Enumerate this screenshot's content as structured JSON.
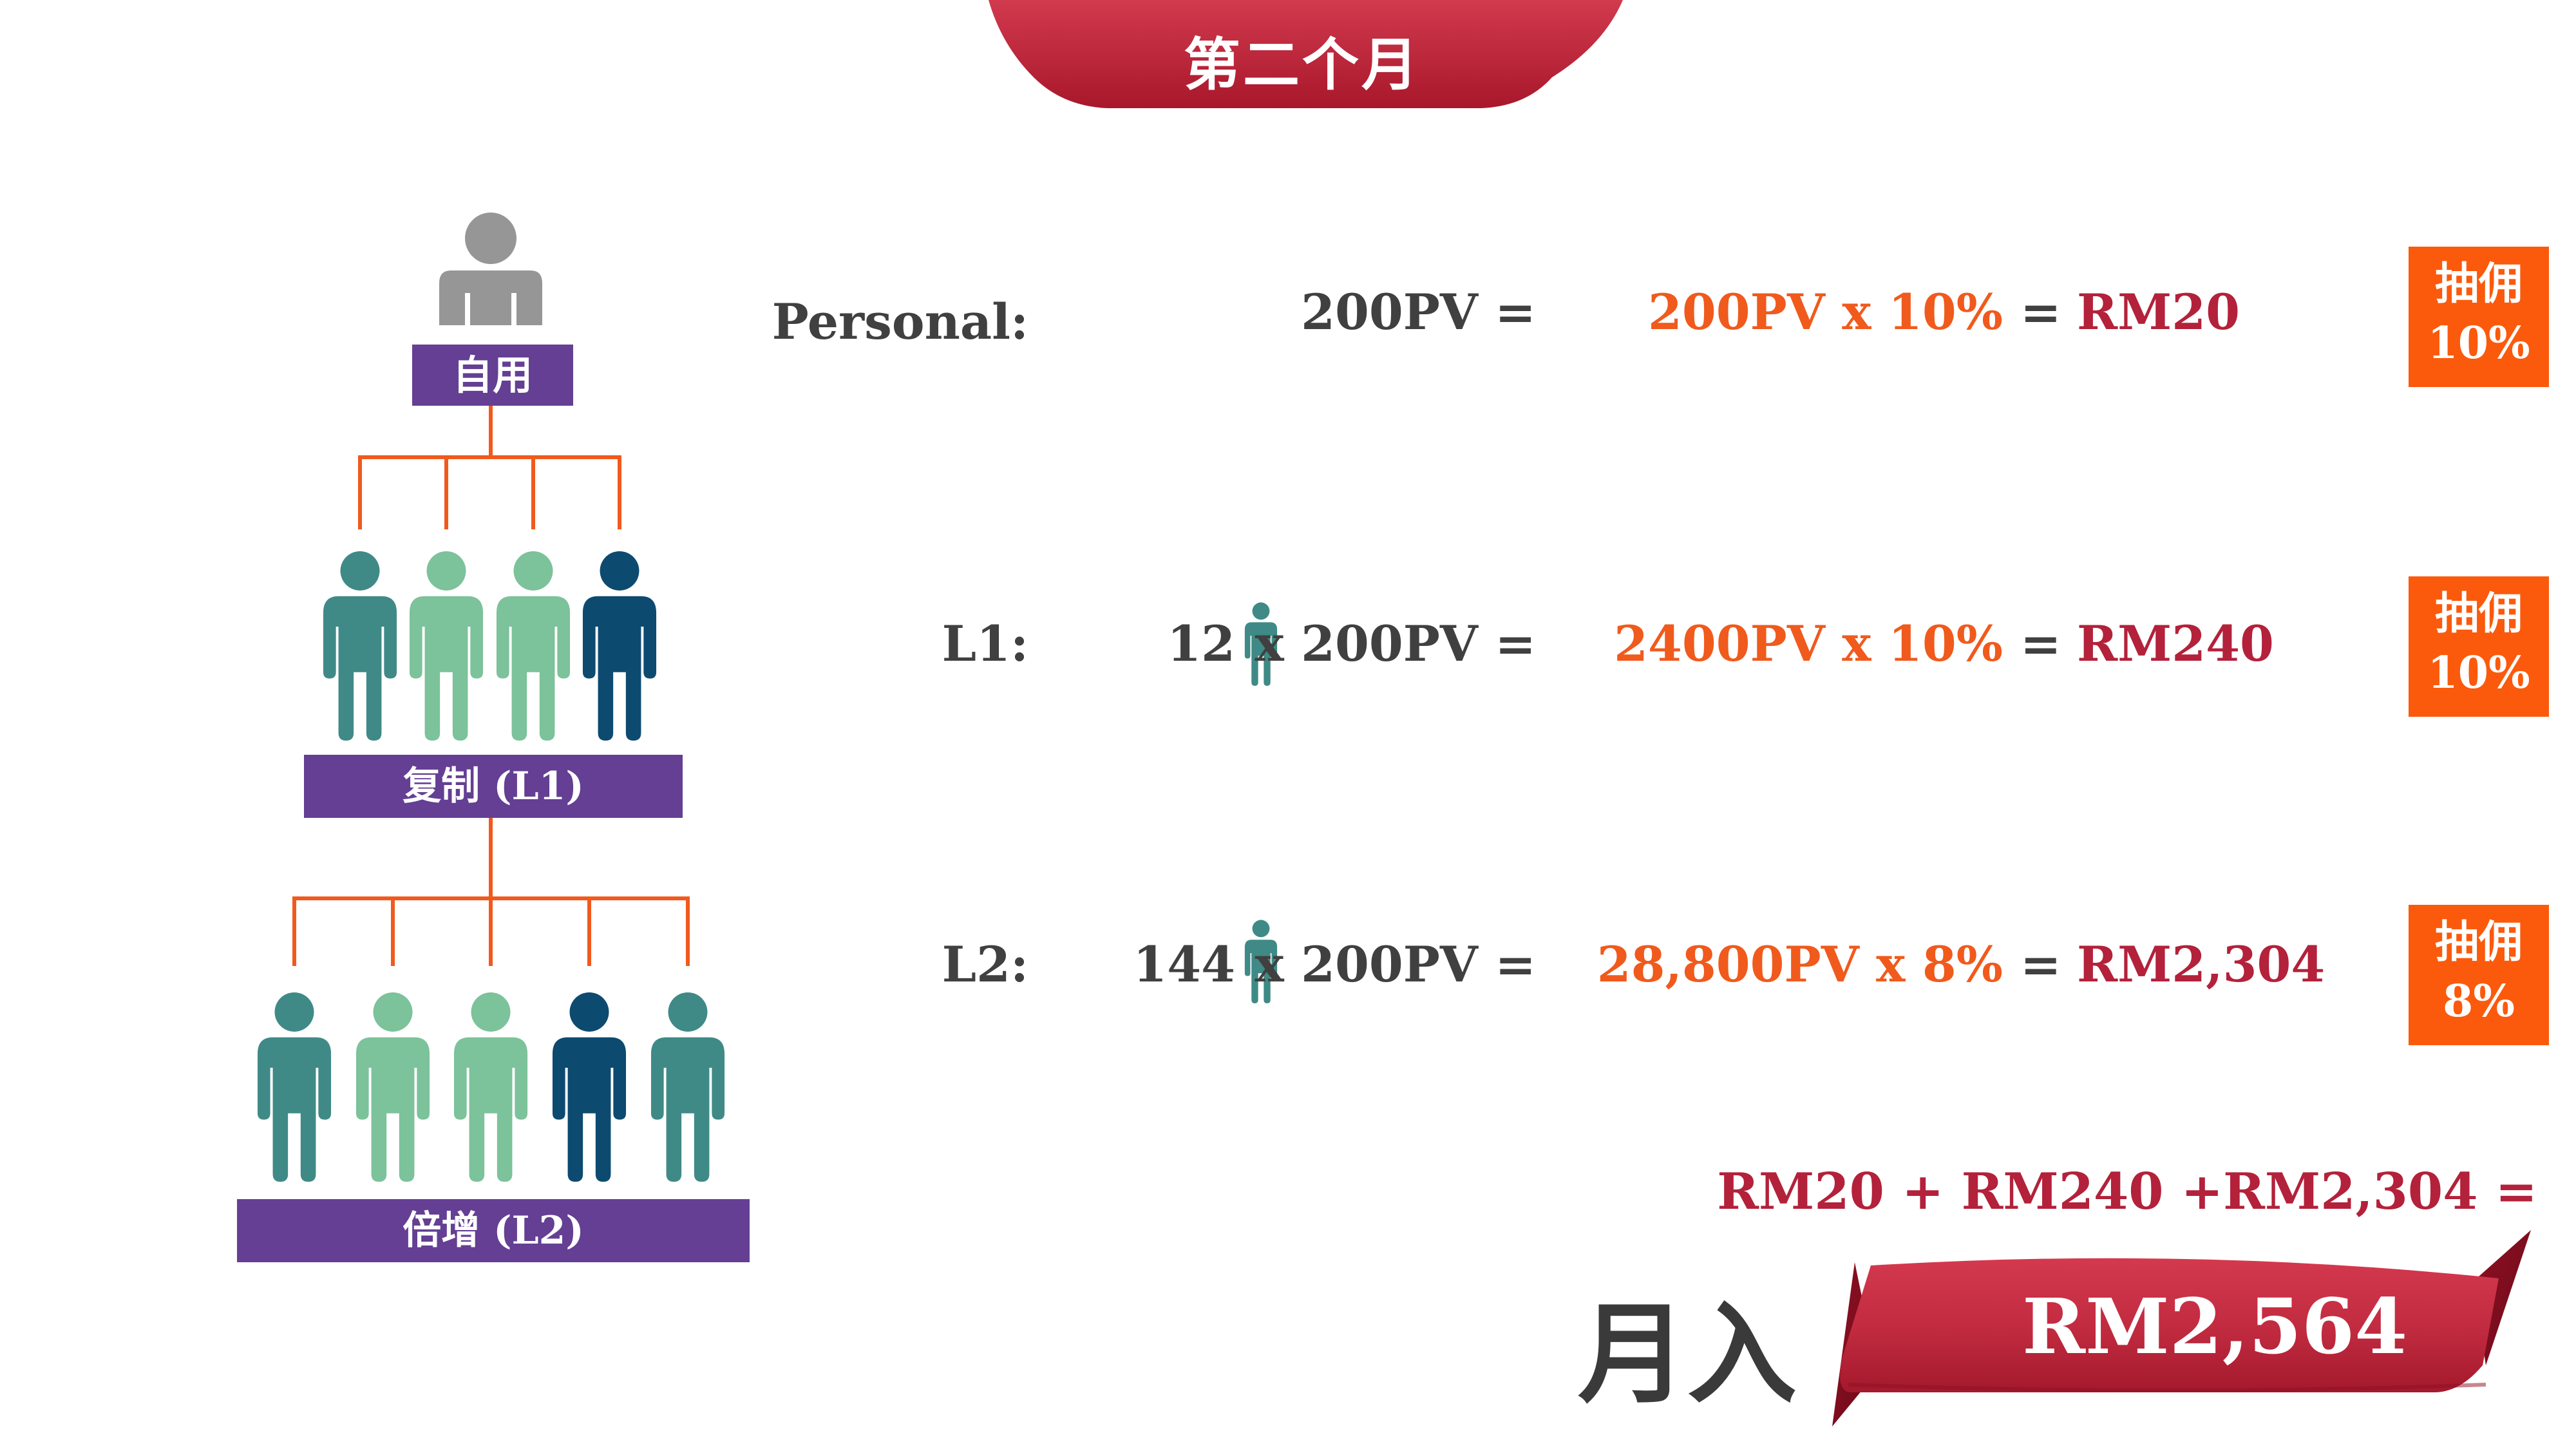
{
  "header": {
    "title": "第二个月"
  },
  "tree": {
    "root_label": "自用",
    "l1_label": "复制 (L1)",
    "l2_label": "倍增 (L2)"
  },
  "rows": [
    {
      "label": "Personal:",
      "count": "",
      "base": "200PV =",
      "calc": "200PV x 10%",
      "equals": "=",
      "result": "RM20",
      "badge_title": "抽佣",
      "badge_rate": "10%"
    },
    {
      "label": "L1:",
      "count": "12",
      "base": "x 200PV =",
      "calc": "2400PV x 10%",
      "equals": "=",
      "result": "RM240",
      "badge_title": "抽佣",
      "badge_rate": "10%"
    },
    {
      "label": "L2:",
      "count": "144",
      "base": "x 200PV =",
      "calc": "28,800PV x 8%",
      "equals": "=",
      "result": "RM2,304",
      "badge_title": "抽佣",
      "badge_rate": "8%"
    }
  ],
  "summary": {
    "sum_expression": "RM20 + RM240 +RM2,304 =",
    "monthly_label": "月入",
    "total": "RM2,564"
  },
  "colors": {
    "header_red": "#c0283d",
    "purple": "#643f94",
    "orange": "#f05a1c",
    "badge_orange": "#fb5a0c",
    "crimson": "#b3213a",
    "teal": "#3f8a86",
    "mint": "#7cc29a",
    "navy": "#0d4a70",
    "gray_person": "#969696"
  },
  "icons": [
    "person-icon"
  ]
}
